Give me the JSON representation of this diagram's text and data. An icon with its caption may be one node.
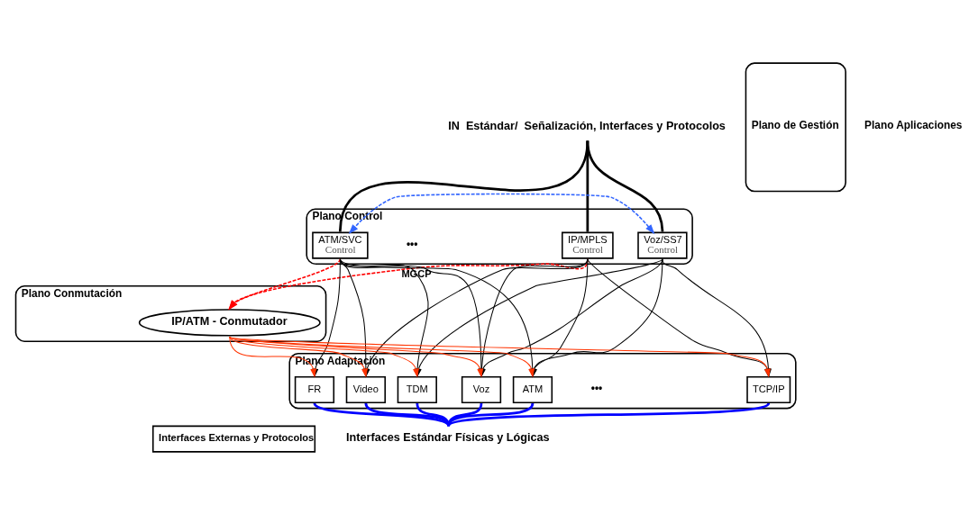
{
  "diagram": {
    "nodes": [
      {
        "text": [
          "IN  Estándar/  Señalización, Interfaces y Protocolos"
        ]
      },
      {
        "text": [
          "Plano Control"
        ]
      },
      {
        "text": [
          "IP/MPLS",
          "Control"
        ],
        "in": 1
      },
      {
        "text": [
          "Voz/SS7",
          "Control"
        ],
        "in": 1
      },
      {
        "text": [
          "ATM/SVC",
          "Control"
        ],
        "in": 1
      },
      {
        "text": [
          "Plano Conmutación"
        ]
      },
      {
        "text": [
          "IP/ATM - Conmutador"
        ],
        "in": 5
      },
      {
        "text": [
          "Plano Adaptación"
        ]
      },
      {
        "text": [
          "TCP/IP"
        ],
        "in": 7
      },
      {
        "text": [
          "Video"
        ],
        "in": 7
      },
      {
        "text": [
          "Voz"
        ],
        "in": 7
      },
      {
        "text": [
          "TDM"
        ],
        "in": 7
      },
      {
        "text": [
          "FR"
        ],
        "in": 7
      },
      {
        "text": [
          "ATM"
        ],
        "in": 7
      },
      {
        "text": [
          "Plano de Gestión"
        ]
      },
      {
        "text": [
          "Interfaces Externas y Protocolos"
        ]
      },
      {
        "text": [
          "Interfaces Estándar Físicas y Lógicas"
        ]
      }
    ],
    "edges": [
      {
        "from": 0,
        "to": 2,
        "arrow": "none",
        "style": "thick"
      },
      {
        "from": 0,
        "to": 3,
        "arrow": "none",
        "style": "thick"
      },
      {
        "from": 0,
        "to": 4,
        "arrow": "none",
        "style": "thick"
      },
      {
        "from": 3,
        "to": 4,
        "arrow": "both",
        "style": "dashed",
        "color": "#3366ff"
      },
      {
        "from": 2,
        "to": 6,
        "arrow": "to",
        "style": "dashed",
        "color": "#ff0000",
        "label": "MGCP"
      },
      {
        "from": 4,
        "to": 6,
        "arrow": "to",
        "style": "dashed",
        "color": "#ff0000"
      },
      {
        "from": 2,
        "to": 8,
        "arrow": "to"
      },
      {
        "from": 2,
        "to": 9,
        "arrow": "to"
      },
      {
        "from": 2,
        "to": 10,
        "arrow": "to"
      },
      {
        "from": 2,
        "to": 13,
        "arrow": "to"
      },
      {
        "from": 3,
        "to": 8,
        "arrow": "to"
      },
      {
        "from": 3,
        "to": 10,
        "arrow": "to"
      },
      {
        "from": 3,
        "to": 11,
        "arrow": "to"
      },
      {
        "from": 3,
        "to": 13,
        "arrow": "to"
      },
      {
        "from": 4,
        "to": 9,
        "arrow": "to"
      },
      {
        "from": 4,
        "to": 10,
        "arrow": "to"
      },
      {
        "from": 4,
        "to": 11,
        "arrow": "to"
      },
      {
        "from": 4,
        "to": 12,
        "arrow": "to"
      },
      {
        "from": 4,
        "to": 13,
        "arrow": "to"
      },
      {
        "from": 6,
        "to": 8,
        "arrow": "to",
        "color": "#ff3300"
      },
      {
        "from": 6,
        "to": 9,
        "arrow": "to",
        "color": "#ff3300"
      },
      {
        "from": 6,
        "to": 10,
        "arrow": "to",
        "color": "#ff3300"
      },
      {
        "from": 6,
        "to": 11,
        "arrow": "to",
        "color": "#ff3300"
      },
      {
        "from": 6,
        "to": 12,
        "arrow": "to",
        "color": "#ff3300"
      },
      {
        "from": 6,
        "to": 13,
        "arrow": "to",
        "color": "#ff3300"
      },
      {
        "from": 8,
        "to": 16,
        "arrow": "none",
        "style": "thick",
        "color": "#0000ff"
      },
      {
        "from": 9,
        "to": 16,
        "arrow": "none",
        "style": "thick",
        "color": "#0000ff"
      },
      {
        "from": 10,
        "to": 16,
        "arrow": "none",
        "style": "thick",
        "color": "#0000ff"
      },
      {
        "from": 11,
        "to": 16,
        "arrow": "none",
        "style": "thick",
        "color": "#0000ff"
      },
      {
        "from": 12,
        "to": 16,
        "arrow": "none",
        "style": "thick",
        "color": "#0000ff"
      },
      {
        "from": 13,
        "to": 16,
        "arrow": "none",
        "style": "thick",
        "color": "#0000ff"
      }
    ],
    "labels": [
      "Plano Aplicaciones",
      "•••",
      "•••"
    ]
  }
}
